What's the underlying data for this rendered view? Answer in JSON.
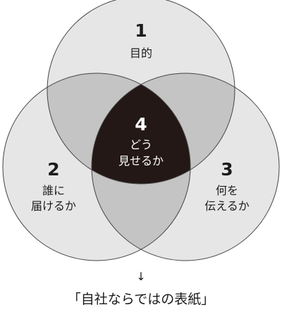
{
  "diagram": {
    "circles": [
      {
        "number": "1",
        "label_lines": [
          "目的"
        ]
      },
      {
        "number": "2",
        "label_lines": [
          "誰に",
          "届けるか"
        ]
      },
      {
        "number": "3",
        "label_lines": [
          "何を",
          "伝えるか"
        ]
      }
    ],
    "center": {
      "number": "4",
      "label_lines": [
        "どう",
        "見せるか"
      ]
    },
    "arrow_glyph": "↓",
    "caption": "「自社ならではの表紙」"
  },
  "colors": {
    "circle_fill": "#e6e6e6",
    "pair_overlap_fill": "#c4c4c4",
    "center_fill": "#231815",
    "stroke": "#444444",
    "text": "#1c1c1c"
  }
}
